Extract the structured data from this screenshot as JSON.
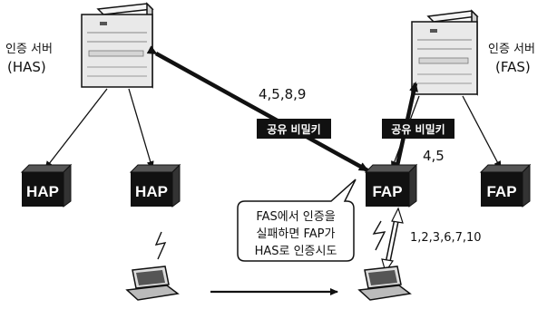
{
  "servers": {
    "has": {
      "label_line1": "인증 서버",
      "label_line2": "(HAS)"
    },
    "fas": {
      "label_line1": "인증 서버",
      "label_line2": "(FAS)"
    }
  },
  "access_points": {
    "hap_left": "HAP",
    "hap_mid": "HAP",
    "fap_center": "FAP",
    "fap_right": "FAP"
  },
  "badges": {
    "left_shared_secret": "공유 비밀키",
    "right_shared_secret": "공유 비밀키"
  },
  "step_labels": {
    "has_fap": "4,5,8,9",
    "fas_fap": "4,5",
    "fap_laptop": "1,2,3,6,7,10"
  },
  "callout": {
    "line1": "FAS에서 인증을",
    "line2": "실패하면 FAP가",
    "line3": "HAS로 인증시도"
  },
  "colors": {
    "ink": "#111111",
    "paper": "#ffffff",
    "server_body": "#e9e9e9"
  }
}
